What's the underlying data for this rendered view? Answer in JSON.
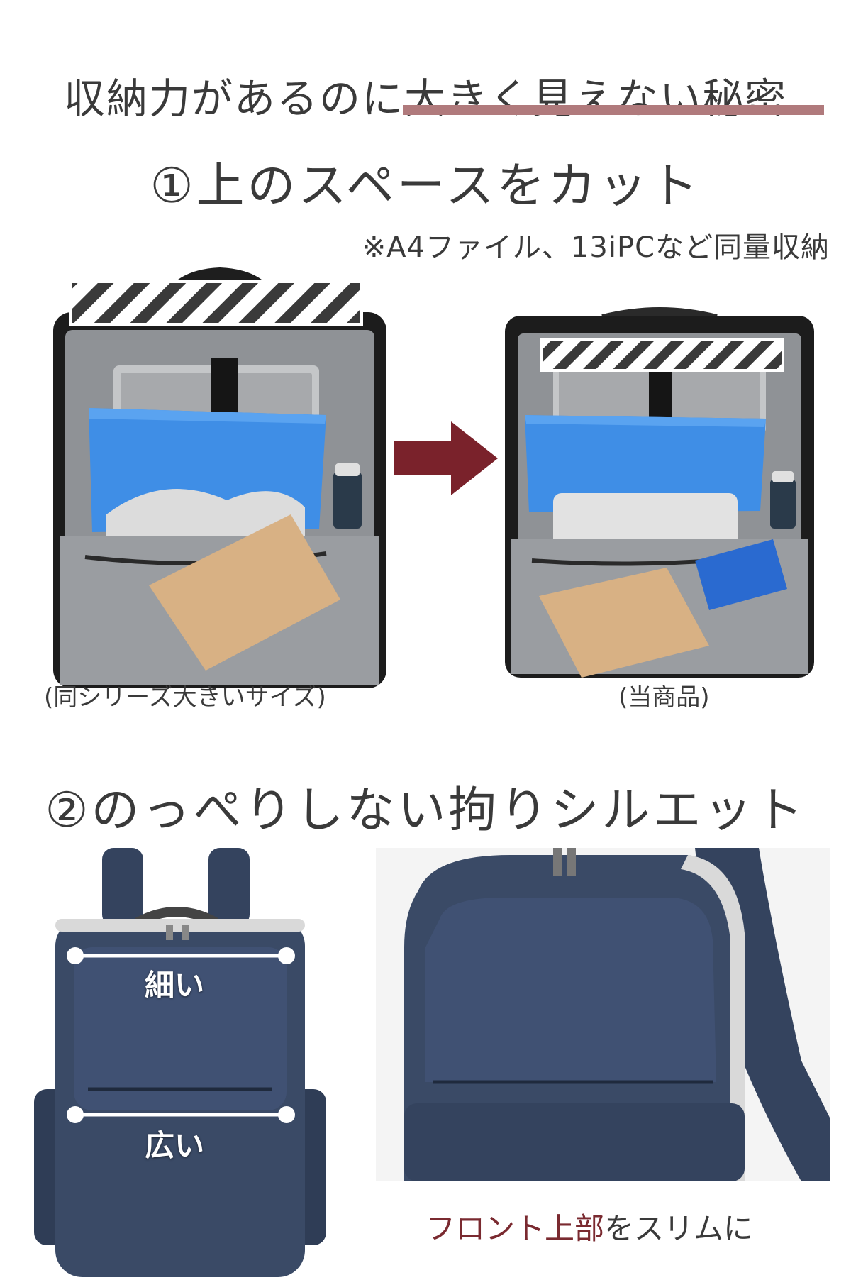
{
  "headline": {
    "part1": "収納力があるのに",
    "part2": "大きく見えない秘密"
  },
  "section1": {
    "title": "①上のスペースをカット",
    "note": "※A4ファイル、13iPCなど同量収納",
    "left_caption": "(同シリーズ大きいサイズ)",
    "right_caption": "(当商品)"
  },
  "section2": {
    "title": "②のっぺりしない拘りシルエット",
    "label_top": "細い",
    "label_bottom": "広い",
    "caption_accent": "フロント上部",
    "caption_rest": "をスリムに"
  },
  "colors": {
    "underline": "#b07a7c",
    "arrow": "#7a222b",
    "accent_text": "#7a2a30",
    "navy_bag": "#3a4a66",
    "folder_blue": "#3f8ee6",
    "lining": "#8f9296"
  },
  "icons": {
    "arrow": "right-arrow-icon"
  }
}
